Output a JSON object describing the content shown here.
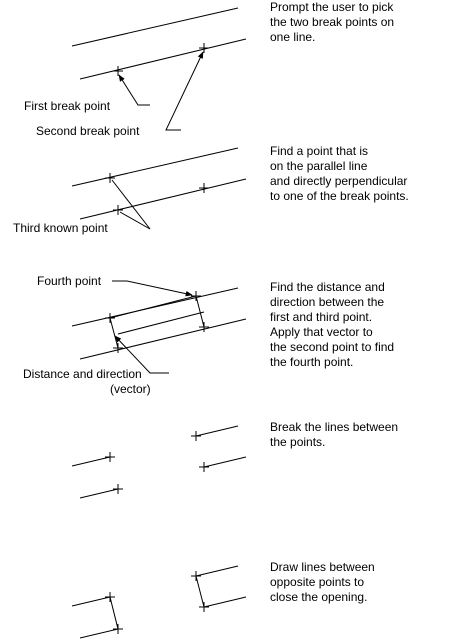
{
  "steps": [
    {
      "description": [
        "Prompt the user to pick",
        "the two break points on",
        "one line."
      ],
      "labels": [
        "First break point",
        "Second break point"
      ]
    },
    {
      "description": [
        "Find a point that is",
        "on the parallel line",
        "and directly perpendicular",
        "to one of the break points."
      ],
      "labels": [
        "Third known point"
      ]
    },
    {
      "description": [
        "Find the distance and",
        "direction between the",
        "first and third point.",
        "Apply that vector to",
        "the second point to find",
        "the fourth point."
      ],
      "labels": [
        "Fourth point",
        "Distance and direction",
        "(vector)"
      ]
    },
    {
      "description": [
        "Break the lines between",
        "the points."
      ],
      "labels": []
    },
    {
      "description": [
        "Draw lines between",
        "opposite points to",
        "close the opening."
      ],
      "labels": []
    }
  ]
}
